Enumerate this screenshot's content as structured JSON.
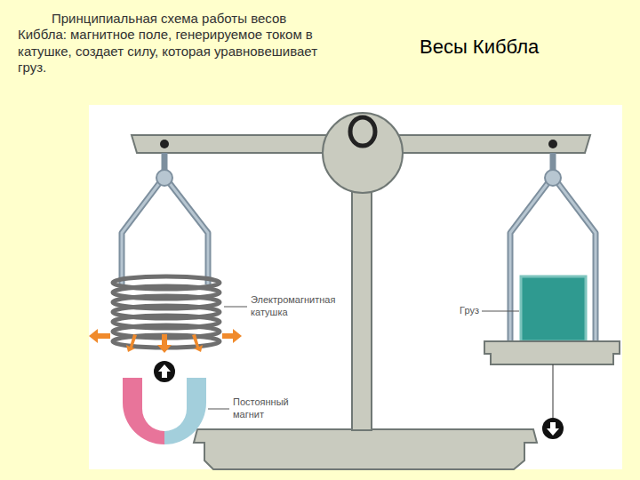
{
  "diagram": {
    "title": "Весы Киббла",
    "caption": "Принципиальная схема работы весов Киббла: магнитное поле, генерируемое током в катушке, создает силу, которая уравновешивает груз.",
    "labels": [
      "Электромагнитная катушка",
      "Груз",
      "Постоянный магнит"
    ]
  }
}
